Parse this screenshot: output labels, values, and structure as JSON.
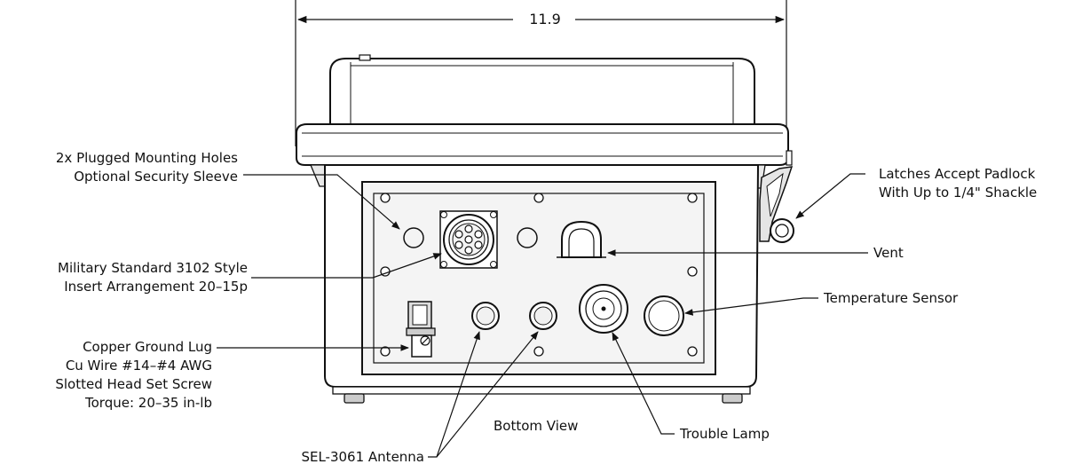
{
  "dimension": {
    "value": "11.9"
  },
  "callouts": {
    "mounting_holes": [
      "2x Plugged Mounting Holes",
      "Optional Security Sleeve"
    ],
    "connector": [
      "Military Standard 3102 Style",
      "Insert Arrangement 20–15p"
    ],
    "ground_lug": [
      "Copper Ground Lug",
      "Cu Wire #14–#4 AWG",
      "Slotted Head Set Screw",
      "Torque: 20–35 in-lb"
    ],
    "antenna": "SEL-3061 Antenna",
    "view": "Bottom View",
    "trouble_lamp": "Trouble Lamp",
    "temperature_sensor": "Temperature Sensor",
    "vent": "Vent",
    "latches": [
      "Latches Accept Padlock",
      "With Up to 1/4\" Shackle"
    ]
  }
}
